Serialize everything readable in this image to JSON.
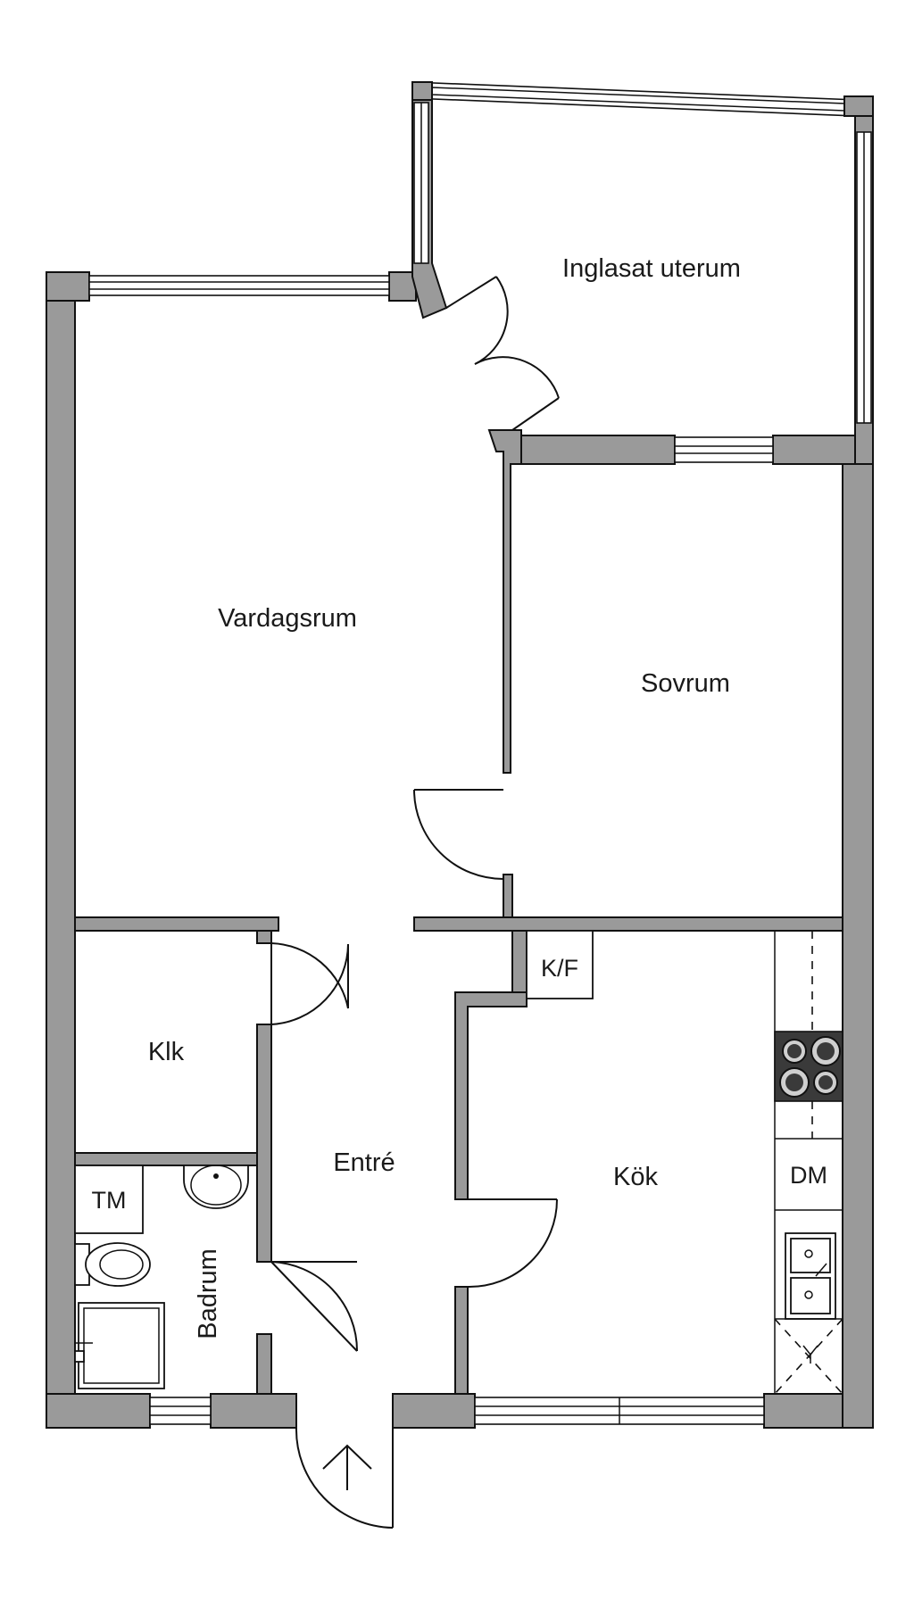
{
  "rooms": {
    "uterum": "Inglasat uterum",
    "vardagsrum": "Vardagsrum",
    "sovrum": "Sovrum",
    "klk": "Klk",
    "entre": "Entré",
    "kok": "Kök",
    "badrum": "Badrum"
  },
  "fixtures": {
    "kf": "K/F",
    "dm": "DM",
    "tm": "TM"
  },
  "colors": {
    "wall_fill": "#9a9a9a",
    "line": "#111111",
    "stove": "#3a3a3a",
    "background": "#ffffff"
  }
}
